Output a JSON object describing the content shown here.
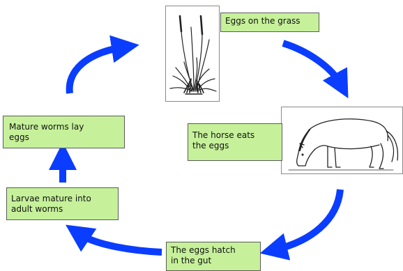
{
  "diagram": {
    "steps": [
      {
        "id": "grass",
        "label": "Eggs on the grass"
      },
      {
        "id": "horse",
        "label": "The horse eats\nthe eggs"
      },
      {
        "id": "hatch",
        "label": "The eggs hatch\nin the gut"
      },
      {
        "id": "larvae",
        "label": "Larvae mature into\nadult worms"
      },
      {
        "id": "mature",
        "label": "Mature worms lay\neggs"
      }
    ],
    "pictures": [
      {
        "id": "grass",
        "icon": "grass-tuft-icon"
      },
      {
        "id": "horse",
        "icon": "grazing-horse-icon"
      }
    ],
    "colors": {
      "arrow": "#0a3dff",
      "label_bg": "#c6f19a",
      "label_border": "#5a5a5a"
    }
  }
}
